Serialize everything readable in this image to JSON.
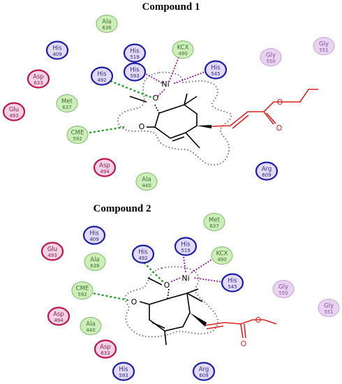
{
  "legend_colors": {
    "green_fill": "#cdeeb9",
    "green_stroke": "#7dbb6a",
    "green_text": "#3c6e2c",
    "purple_fill": "#e8d4f0",
    "purple_stroke": "#c9a2d6",
    "purple_text": "#8a4f9b",
    "pink_fill": "#f2d2e6",
    "pink_stroke": "#c0154a",
    "pink_text": "#8a1a4a",
    "blue_fill": "#e3dbf5",
    "blue_stroke": "#1b1fa8",
    "blue_text": "#2b2b8a",
    "hbond": "#1a9c1a",
    "metal": "#a0109c",
    "ligand_red": "#e02020"
  },
  "panels": [
    {
      "title": "Compound 1",
      "residues": [
        {
          "name": "Ala",
          "num": "636",
          "kind": "green"
        },
        {
          "name": "His",
          "num": "409",
          "kind": "blue"
        },
        {
          "name": "His",
          "num": "519",
          "kind": "blue"
        },
        {
          "name": "His",
          "num": "593",
          "kind": "blue"
        },
        {
          "name": "KCX",
          "num": "490",
          "kind": "green"
        },
        {
          "name": "Gly",
          "num": "550",
          "kind": "purple"
        },
        {
          "name": "Gly",
          "num": "551",
          "kind": "purple"
        },
        {
          "name": "Asp",
          "num": "633",
          "kind": "pink"
        },
        {
          "name": "His",
          "num": "492",
          "kind": "blue"
        },
        {
          "name": "His",
          "num": "545",
          "kind": "blue"
        },
        {
          "name": "Glu",
          "num": "493",
          "kind": "pink"
        },
        {
          "name": "Met",
          "num": "637",
          "kind": "green"
        },
        {
          "name": "CME",
          "num": "592",
          "kind": "green"
        },
        {
          "name": "Asp",
          "num": "494",
          "kind": "pink"
        },
        {
          "name": "Ala",
          "num": "440",
          "kind": "green"
        },
        {
          "name": "Arg",
          "num": "609",
          "kind": "blue"
        }
      ],
      "atoms": {
        "metal": "Ni",
        "o_methoxy": "O",
        "o_keto": "O",
        "o_ester": "O",
        "o_carbonyl": "O"
      }
    },
    {
      "title": "Compound 2",
      "residues": [
        {
          "name": "His",
          "num": "409",
          "kind": "blue"
        },
        {
          "name": "Met",
          "num": "637",
          "kind": "green"
        },
        {
          "name": "Glu",
          "num": "493",
          "kind": "pink"
        },
        {
          "name": "Ala",
          "num": "636",
          "kind": "green"
        },
        {
          "name": "His",
          "num": "492",
          "kind": "blue"
        },
        {
          "name": "His",
          "num": "519",
          "kind": "blue"
        },
        {
          "name": "KCX",
          "num": "490",
          "kind": "green"
        },
        {
          "name": "His",
          "num": "545",
          "kind": "blue"
        },
        {
          "name": "Gly",
          "num": "550",
          "kind": "purple"
        },
        {
          "name": "CME",
          "num": "592",
          "kind": "green"
        },
        {
          "name": "Gly",
          "num": "551",
          "kind": "purple"
        },
        {
          "name": "Asp",
          "num": "494",
          "kind": "pink"
        },
        {
          "name": "Ala",
          "num": "440",
          "kind": "green"
        },
        {
          "name": "Asp",
          "num": "633",
          "kind": "pink"
        },
        {
          "name": "His",
          "num": "593",
          "kind": "blue"
        },
        {
          "name": "Arg",
          "num": "609",
          "kind": "blue"
        }
      ],
      "atoms": {
        "metal": "Ni",
        "o_methoxy": "O",
        "o_keto": "O",
        "o_ester": "O",
        "o_carbonyl": "O"
      }
    }
  ]
}
